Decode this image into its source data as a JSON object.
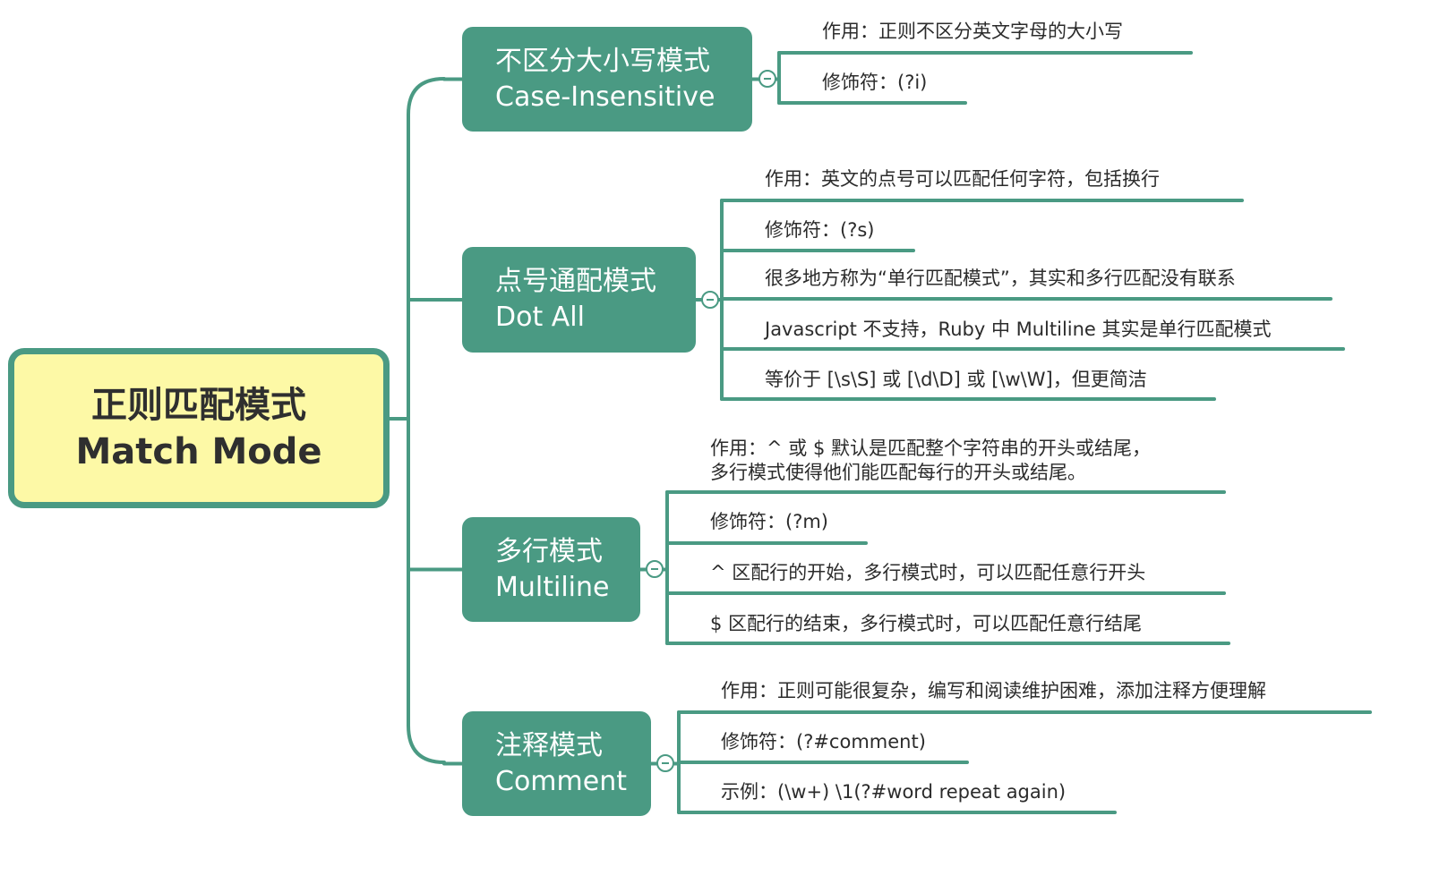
{
  "root": {
    "title_zh": "正则匹配模式",
    "title_en": "Match Mode"
  },
  "branches": [
    {
      "title_zh": "不区分大小写模式",
      "title_en": "Case-Insensitive",
      "items": [
        [
          "作用：正则不区分英文字母的大小写"
        ],
        [
          "修饰符：(?i)"
        ]
      ]
    },
    {
      "title_zh": "点号通配模式",
      "title_en": "Dot All",
      "items": [
        [
          "作用：英文的点号可以匹配任何字符，包括换行"
        ],
        [
          "修饰符：(?s)"
        ],
        [
          "很多地方称为“单行匹配模式”，其实和多行匹配没有联系"
        ],
        [
          "Javascript 不支持，Ruby 中 Multiline 其实是单行匹配模式"
        ],
        [
          "等价于 [\\s\\S] 或 [\\d\\D] 或 [\\w\\W]，但更简洁"
        ]
      ]
    },
    {
      "title_zh": "多行模式",
      "title_en": "Multiline",
      "items": [
        [
          "作用：^ 或 $ 默认是匹配整个字符串的开头或结尾，",
          "多行模式使得他们能匹配每行的开头或结尾。"
        ],
        [
          "修饰符：(?m)"
        ],
        [
          "^ 区配行的开始，多行模式时，可以匹配任意行开头"
        ],
        [
          "$ 区配行的结束，多行模式时，可以匹配任意行结尾"
        ]
      ]
    },
    {
      "title_zh": "注释模式",
      "title_en": "Comment",
      "items": [
        [
          "作用：正则可能很复杂，编写和阅读维护困难，添加注释方便理解"
        ],
        [
          "修饰符：(?#comment)"
        ],
        [
          "示例：(\\w+) \\1(?#word repeat again)"
        ]
      ]
    }
  ],
  "colors": {
    "line": "#4a9a83",
    "branch_fill": "#4a9a83",
    "root_fill": "#fdf9a6",
    "root_border": "#4a9a83",
    "text": "#2b2b2b"
  }
}
